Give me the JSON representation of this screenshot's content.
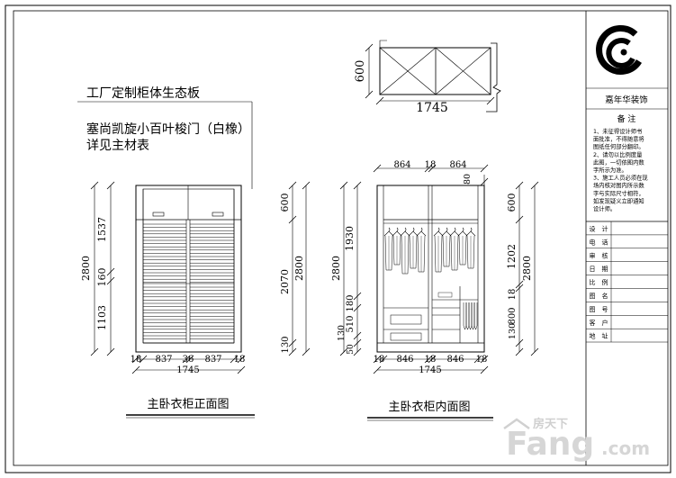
{
  "notes": {
    "line1": "工厂定制柜体生态板",
    "line2": "塞尚凯旋小百叶梭门（白橡）",
    "line3": "详见主材表"
  },
  "plan": {
    "depth": "600",
    "width": "1745"
  },
  "front_view": {
    "title": "主卧衣柜正面图",
    "left_dims": [
      "1537",
      "160",
      "1103"
    ],
    "overall_height": "2800",
    "right_dims": [
      "600",
      "2070",
      "130"
    ],
    "bottom_dims": [
      "18",
      "837",
      "36",
      "837",
      "18"
    ],
    "total_width": "1745"
  },
  "interior_view": {
    "title": "主卧衣柜内面图",
    "top_dims": [
      "864",
      "18",
      "864"
    ],
    "top_depth": "80",
    "left_dims": [
      "1930",
      "180",
      "510",
      "130",
      "50"
    ],
    "overall_height": "2800",
    "right_dims": [
      "600",
      "1202",
      "18",
      "800",
      "130"
    ],
    "bottom_dims": [
      "18",
      "846",
      "18",
      "846",
      "18"
    ],
    "total_width": "1745"
  },
  "title_block": {
    "company": "嘉年华装饰",
    "remarks_title": "备 注",
    "remarks": [
      "1、未征得设计师书",
      "面批准，不得随意将",
      "图纸任何部分翻印。",
      "2、请勿以比例度量",
      "此图，一切依图内数",
      "字所示为准。",
      "3、施工人员必须在现",
      "场内核对图内所示数",
      "字与实际尺寸相符，",
      "如发现疑义立即通知",
      "设计师。"
    ],
    "fields": [
      "设　计",
      "电　话",
      "审　核",
      "日　期",
      "比　例",
      "图　名",
      "图　号",
      "客　户",
      "地　址"
    ]
  },
  "watermark": {
    "brand": "Fang",
    "domain": ".com",
    "chinese": "房天下"
  }
}
